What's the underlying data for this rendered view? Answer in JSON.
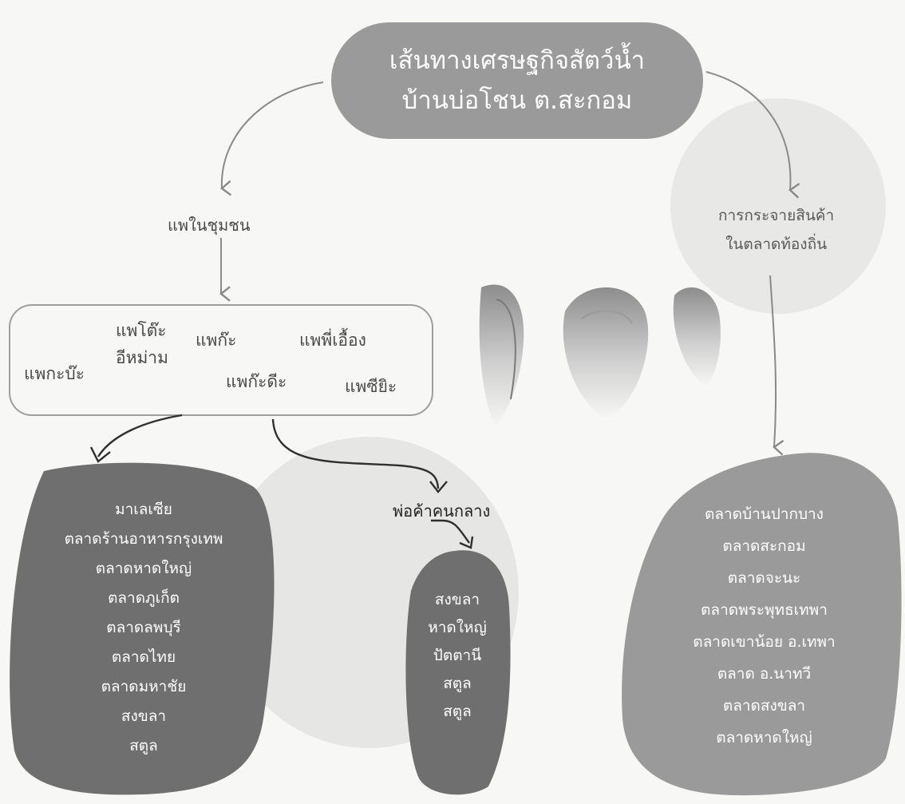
{
  "title": {
    "line1": "เส้นทางเศรษฐกิจสัตว์น้ำ",
    "line2": "บ้านบ่อโชน ต.สะกอม"
  },
  "community_rafts": {
    "label": "แพในชุมชน",
    "rafts": [
      "แพกะบ๊ะ",
      "แพโต๊ะ",
      "อีหม่าม",
      "แพก๊ะ",
      "แพพี่เอื้อง",
      "แพก๊ะดีะ",
      "แพซียิะ"
    ]
  },
  "middleman": {
    "label": "พ่อค้าคนกลาง",
    "markets": [
      "สงขลา",
      "หาดใหญ่",
      "ปัตตานี",
      "สตูล",
      "สตูล"
    ]
  },
  "direct_markets": [
    "มาเลเซีย",
    "ตลาดร้านอาหารกรุงเทพ",
    "ตลาดหาดใหญ่",
    "ตลาดภูเก็ต",
    "ตลาดลพบุรี",
    "ตลาดไทย",
    "ตลาดมหาชัย",
    "สงขลา",
    "สตูล"
  ],
  "local_distribution": {
    "label_line1": "การกระจายสินค้า",
    "label_line2": "ในตลาดท้องถิ่น",
    "markets": [
      "ตลาดบ้านปากบาง",
      "ตลาดสะกอม",
      "ตลาดจะนะ",
      "ตลาดพระพุทธเทพา",
      "ตลาดเขาน้อย อ.เทพา",
      "ตลาด อ.นาทวี",
      "ตลาดสงขลา",
      "ตลาดหาดใหญ่"
    ]
  },
  "colors": {
    "dark_blob": "#6f6f6f",
    "mid_blob": "#9a9a9a",
    "light_circle": "#e6e6e4",
    "arrow_gray": "#8a8a8a",
    "arrow_dark": "#2f2f2f"
  }
}
